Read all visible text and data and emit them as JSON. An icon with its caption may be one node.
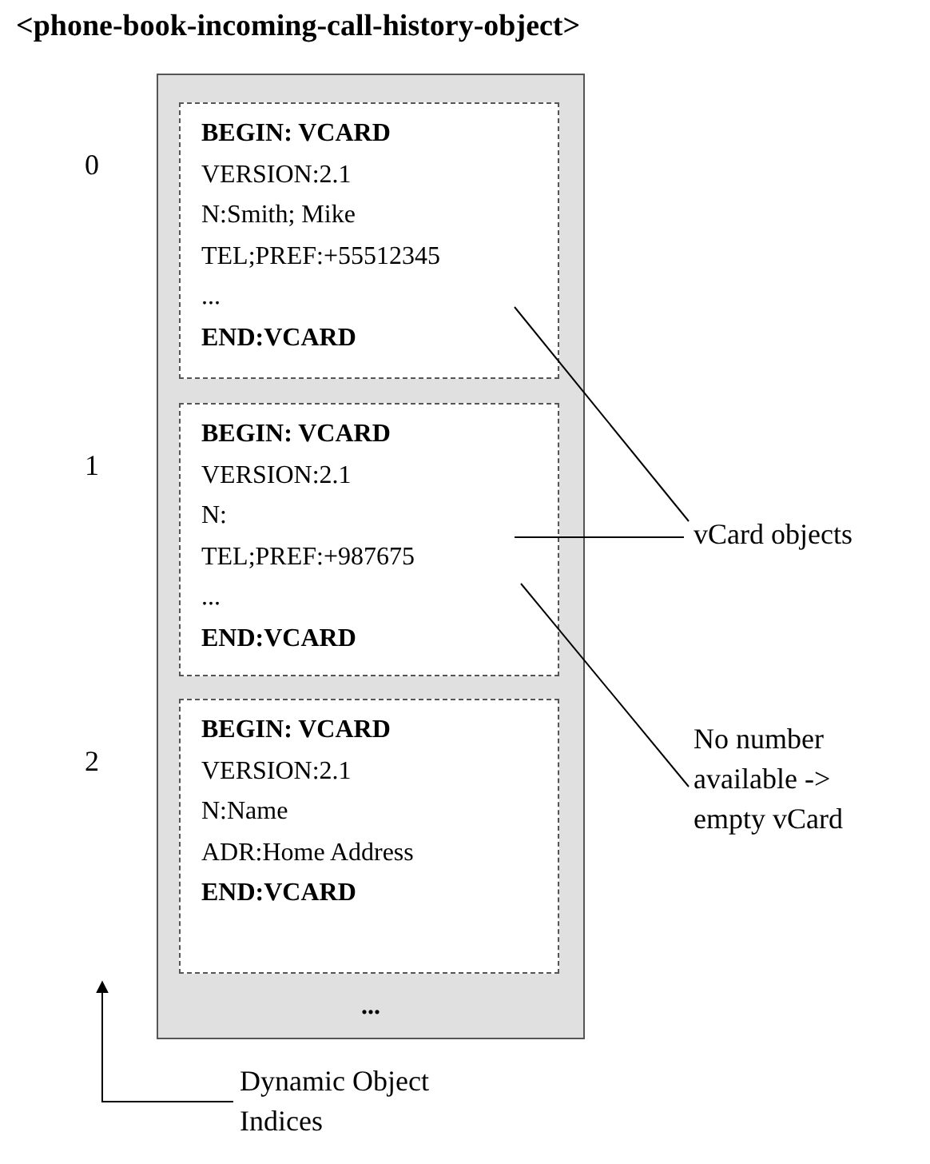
{
  "diagram": {
    "title": "<phone-book-incoming-call-history-object>",
    "nodes": [
      {
        "text": [
          "..."
        ]
      },
      {
        "text": [
          "BEGIN: VCARD",
          "VERSION:2.1",
          "N:Smith; Mike",
          "TEL;PREF:+55512345",
          "...",
          "END:VCARD"
        ],
        "in": 0,
        "beside": [
          "0"
        ]
      },
      {
        "text": [
          "BEGIN: VCARD",
          "VERSION:2.1",
          "N:",
          "TEL;PREF:+987675",
          "...",
          "END:VCARD"
        ],
        "in": 0,
        "beside": [
          "1"
        ]
      },
      {
        "text": [
          "BEGIN: VCARD",
          "VERSION:2.1",
          "N:Name",
          "ADR:Home Address",
          "END:VCARD"
        ],
        "in": 0,
        "beside": [
          "2"
        ]
      },
      {
        "text": [
          "vCard objects"
        ]
      },
      {
        "text": [
          "No number available -> empty vCard"
        ]
      },
      {
        "text": [
          "Dynamic Object Indices"
        ]
      }
    ],
    "edges": [
      {
        "from": 4,
        "to": 1,
        "arrow": "none"
      },
      {
        "from": 4,
        "to": 2,
        "arrow": "none"
      },
      {
        "from": 5,
        "to": 2,
        "arrow": "none"
      },
      {
        "from": 6,
        "to": null,
        "arrow": "to"
      }
    ]
  }
}
